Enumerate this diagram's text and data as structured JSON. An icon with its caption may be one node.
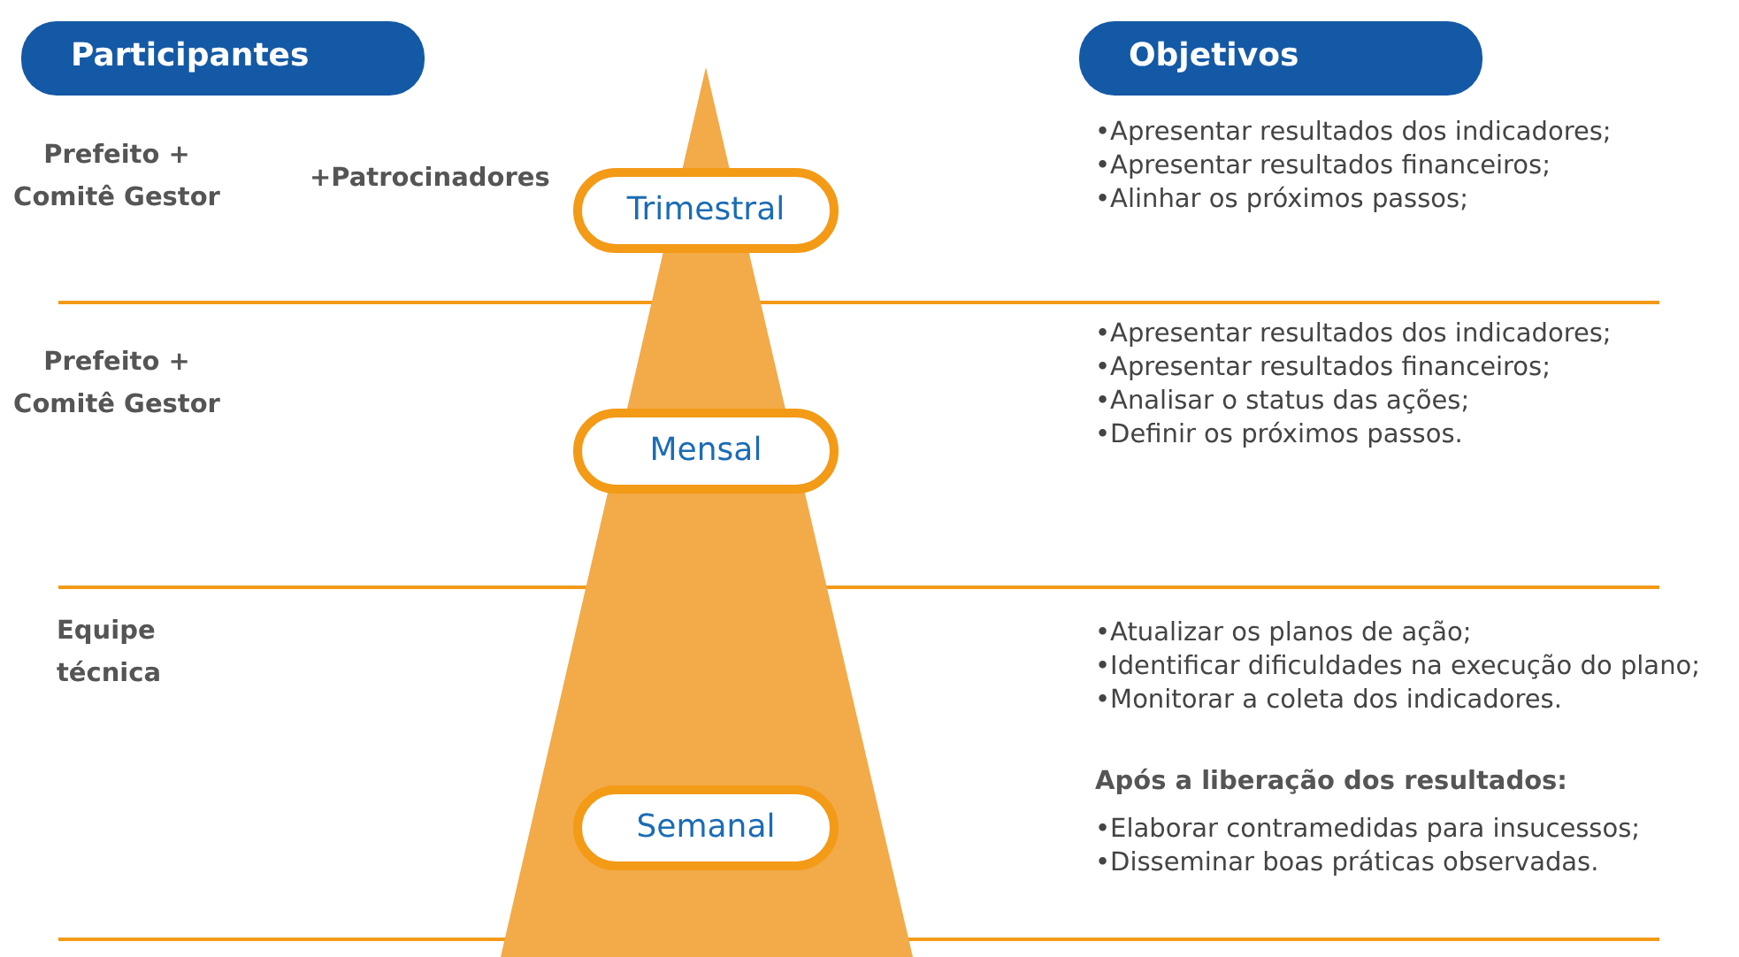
{
  "diagram": {
    "nodes": [
      {
        "text": [
          "Participantes"
        ]
      },
      {
        "text": [
          "Objetivos"
        ]
      },
      {
        "text": [
          "Trimestral"
        ]
      },
      {
        "text": [
          "Mensal"
        ]
      },
      {
        "text": [
          "Semanal"
        ]
      }
    ],
    "edges": [],
    "labels": [
      "Prefeito + Comitê Gestor",
      "+Patrocinadores",
      "•Apresentar resultados dos indicadores;",
      "•Apresentar resultados financeiros;",
      "•Alinhar os próximos passos;",
      "Prefeito + Comitê Gestor",
      "•Apresentar resultados dos indicadores;",
      "•Apresentar resultados financeiros;",
      "•Analisar o status das ações;",
      "•Definir os próximos passos.",
      "Equipe técnica",
      "•Atualizar os planos de ação;",
      "•Identificar dificuldades na execução do plano;",
      "•Monitorar a coleta dos indicadores.",
      "Após a liberação dos resultados:",
      "•Elaborar contramedidas para insucessos;",
      "•Disseminar boas práticas observadas."
    ]
  }
}
